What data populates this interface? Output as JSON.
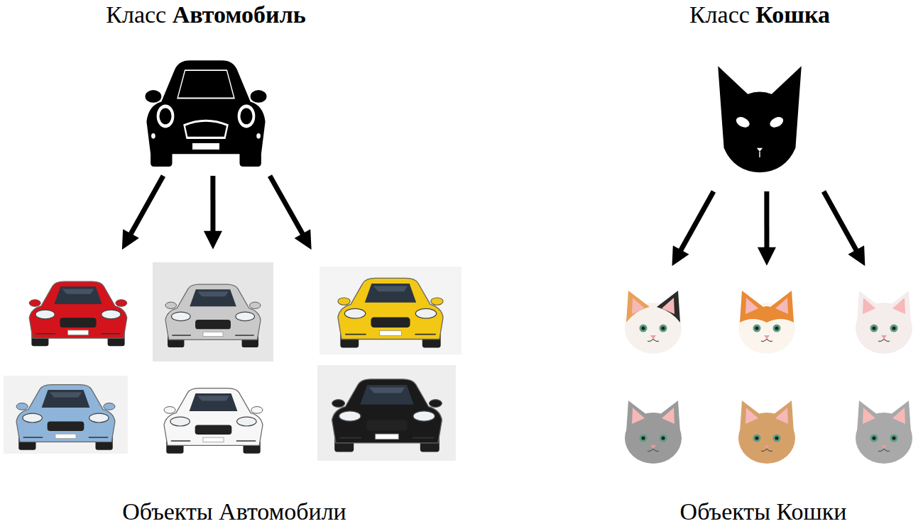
{
  "diagram": {
    "nodes": [
      {
        "text": [
          "Класс",
          "Автомобиль"
        ]
      },
      {
        "text": [
          "Объекты Автомобили"
        ]
      },
      {
        "text": [
          "Класс",
          "Кошка"
        ]
      },
      {
        "text": [
          "Объекты Кошки"
        ]
      }
    ],
    "edges": [
      {
        "from": 0,
        "to": 1,
        "arrow": "to"
      },
      {
        "from": 0,
        "to": 1,
        "arrow": "to"
      },
      {
        "from": 0,
        "to": 1,
        "arrow": "to"
      },
      {
        "from": 2,
        "to": 3,
        "arrow": "to"
      },
      {
        "from": 2,
        "to": 3,
        "arrow": "to"
      },
      {
        "from": 2,
        "to": 3,
        "arrow": "to"
      }
    ]
  }
}
